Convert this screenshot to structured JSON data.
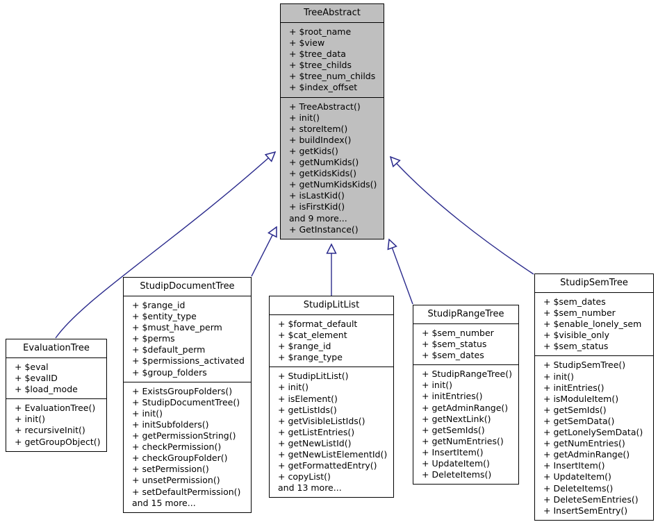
{
  "diagram": {
    "kind": "uml-class-inheritance-diagram",
    "colors": {
      "base_fill": "#bfbfbf",
      "derived_fill": "#ffffff",
      "border": "#000000",
      "edge": "#2a2a8c",
      "background": "#ffffff"
    },
    "classes": [
      {
        "id": "tree-abstract",
        "name": "TreeAbstract",
        "attributes": [
          "+ $root_name",
          "+ $view",
          "+ $tree_data",
          "+ $tree_childs",
          "+ $tree_num_childs",
          "+ $index_offset"
        ],
        "methods": [
          "+ TreeAbstract()",
          "+ init()",
          "+ storeItem()",
          "+ buildIndex()",
          "+ getKids()",
          "+ getNumKids()",
          "+ getKidsKids()",
          "+ getNumKidsKids()",
          "+ isLastKid()",
          "+ isFirstKid()"
        ],
        "more_text": "and 9 more...",
        "methods_after_more": [
          "+ GetInstance()"
        ]
      },
      {
        "id": "evaluation-tree",
        "name": "EvaluationTree",
        "attributes": [
          "+ $eval",
          "+ $evalID",
          "+ $load_mode"
        ],
        "methods": [
          "+ EvaluationTree()",
          "+ init()",
          "+ recursiveInit()",
          "+ getGroupObject()"
        ],
        "more_text": "",
        "methods_after_more": []
      },
      {
        "id": "studip-document-tree",
        "name": "StudipDocumentTree",
        "attributes": [
          "+ $range_id",
          "+ $entity_type",
          "+ $must_have_perm",
          "+ $perms",
          "+ $default_perm",
          "+ $permissions_activated",
          "+ $group_folders"
        ],
        "methods": [
          "+ ExistsGroupFolders()",
          "+ StudipDocumentTree()",
          "+ init()",
          "+ initSubfolders()",
          "+ getPermissionString()",
          "+ checkPermission()",
          "+ checkGroupFolder()",
          "+ setPermission()",
          "+ unsetPermission()",
          "+ setDefaultPermission()"
        ],
        "more_text": "and 15 more...",
        "methods_after_more": []
      },
      {
        "id": "studip-lit-list",
        "name": "StudipLitList",
        "attributes": [
          "+ $format_default",
          "+ $cat_element",
          "+ $range_id",
          "+ $range_type"
        ],
        "methods": [
          "+ StudipLitList()",
          "+ init()",
          "+ isElement()",
          "+ getListIds()",
          "+ getVisibleListIds()",
          "+ getListEntries()",
          "+ getNewListId()",
          "+ getNewListElementId()",
          "+ getFormattedEntry()",
          "+ copyList()"
        ],
        "more_text": "and 13 more...",
        "methods_after_more": []
      },
      {
        "id": "studip-range-tree",
        "name": "StudipRangeTree",
        "attributes": [
          "+ $sem_number",
          "+ $sem_status",
          "+ $sem_dates"
        ],
        "methods": [
          "+ StudipRangeTree()",
          "+ init()",
          "+ initEntries()",
          "+ getAdminRange()",
          "+ getNextLink()",
          "+ getSemIds()",
          "+ getNumEntries()",
          "+ InsertItem()",
          "+ UpdateItem()",
          "+ DeleteItems()"
        ],
        "more_text": "",
        "methods_after_more": []
      },
      {
        "id": "studip-sem-tree",
        "name": "StudipSemTree",
        "attributes": [
          "+ $sem_dates",
          "+ $sem_number",
          "+ $enable_lonely_sem",
          "+ $visible_only",
          "+ $sem_status"
        ],
        "methods": [
          "+ StudipSemTree()",
          "+ init()",
          "+ initEntries()",
          "+ isModuleItem()",
          "+ getSemIds()",
          "+ getSemData()",
          "+ getLonelySemData()",
          "+ getNumEntries()",
          "+ getAdminRange()",
          "+ InsertItem()",
          "+ UpdateItem()",
          "+ DeleteItems()",
          "+ DeleteSemEntries()",
          "+ InsertSemEntry()"
        ],
        "more_text": "",
        "methods_after_more": []
      }
    ],
    "inheritance_edges": [
      {
        "from": "evaluation-tree",
        "to": "tree-abstract",
        "type": "generalization"
      },
      {
        "from": "studip-document-tree",
        "to": "tree-abstract",
        "type": "generalization"
      },
      {
        "from": "studip-lit-list",
        "to": "tree-abstract",
        "type": "generalization"
      },
      {
        "from": "studip-range-tree",
        "to": "tree-abstract",
        "type": "generalization"
      },
      {
        "from": "studip-sem-tree",
        "to": "tree-abstract",
        "type": "generalization"
      }
    ]
  }
}
